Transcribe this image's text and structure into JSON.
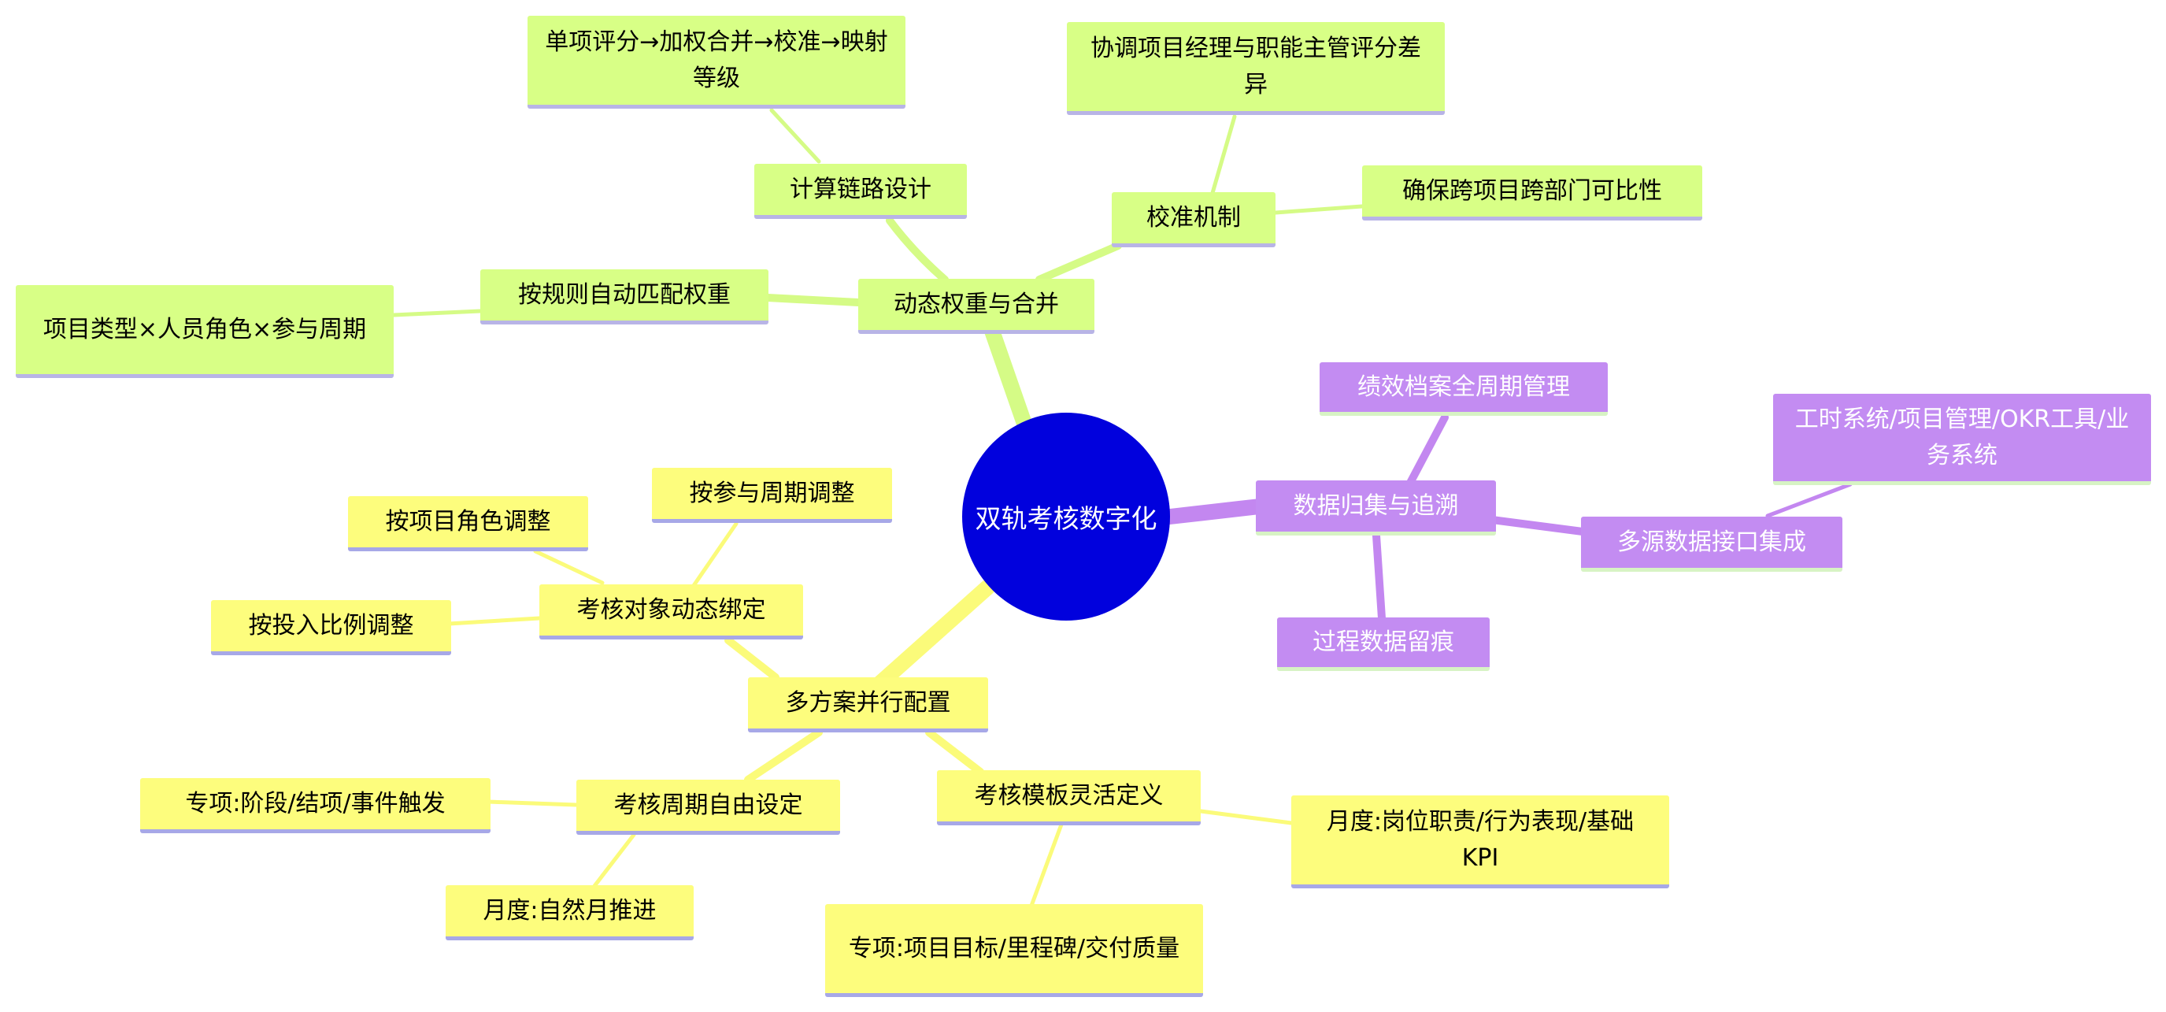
{
  "colors": {
    "root": "#0101dd",
    "green_branch": "#d8ff86",
    "yellow_branch": "#fdfd7d",
    "purple_branch": "#c38cf2",
    "green_link": "#d5fb86",
    "yellow_link": "#fbfb7a",
    "purple_link": "#c387f0"
  },
  "root": {
    "label": "双轨考核数字化"
  },
  "branches": {
    "weights": {
      "label": "动态权重与合并",
      "calc": {
        "label": "计算链路设计",
        "detail": "单项评分→加权合并→校准→映射等级"
      },
      "calibration": {
        "label": "校准机制",
        "coordinate": "协调项目经理与职能主管评分差异",
        "comparable": "确保跨项目跨部门可比性"
      },
      "auto_match": {
        "label": "按规则自动匹配权重",
        "detail": "项目类型×人员角色×参与周期"
      }
    },
    "data": {
      "label": "数据归集与追溯",
      "archive": "绩效档案全周期管理",
      "integration": {
        "label": "多源数据接口集成",
        "detail": "工时系统/项目管理/OKR工具/业务系统"
      },
      "trace": "过程数据留痕"
    },
    "schemes": {
      "label": "多方案并行配置",
      "binding": {
        "label": "考核对象动态绑定",
        "by_role": "按项目角色调整",
        "by_period": "按参与周期调整",
        "by_ratio": "按投入比例调整"
      },
      "cycle": {
        "label": "考核周期自由设定",
        "special": "专项:阶段/结项/事件触发",
        "monthly": "月度:自然月推进"
      },
      "template": {
        "label": "考核模板灵活定义",
        "monthly": "月度:岗位职责/行为表现/基础KPI",
        "special": "专项:项目目标/里程碑/交付质量"
      }
    }
  }
}
